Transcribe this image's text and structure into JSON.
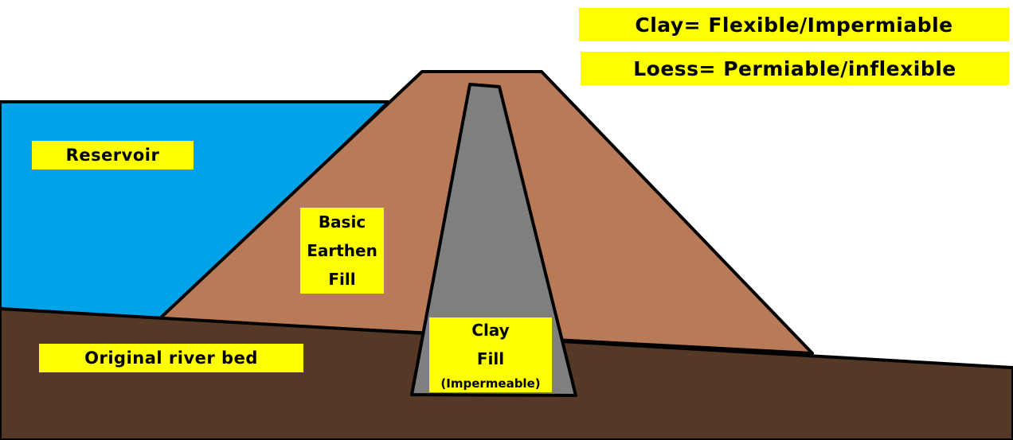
{
  "legend": {
    "clay": "Clay= Flexible/Impermiable",
    "loess": "Loess= Permiable/inflexible"
  },
  "regions": {
    "reservoir": "Reservoir",
    "earthen_fill": [
      "Basic",
      "Earthen",
      "Fill"
    ],
    "clay_fill": [
      "Clay",
      "Fill",
      "(Impermeable)"
    ],
    "river_bed": "Original river bed"
  },
  "colors": {
    "water": "#00a2e8",
    "earthen_fill": "#b97a57",
    "clay_core": "#7f7f7f",
    "river_bed": "#553826",
    "label_background": "#ffff00",
    "outline": "#000000"
  }
}
